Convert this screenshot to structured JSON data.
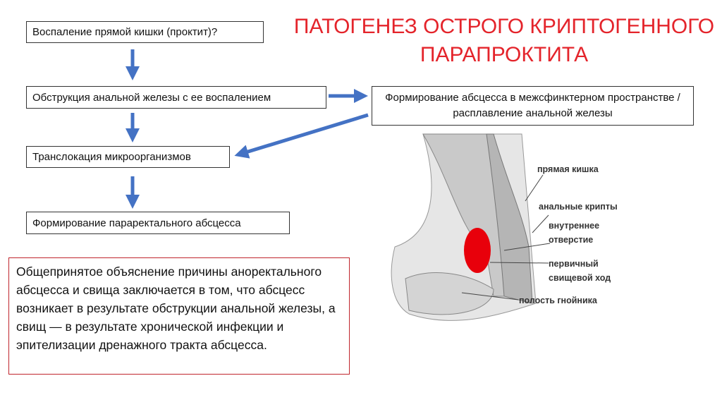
{
  "title": {
    "line1": "ПАТОГЕНЕЗ ОСТРОГО КРИПТОГЕННОГО",
    "line2": "ПАРАПРОКТИТА"
  },
  "flow": {
    "step1": "Воспаление прямой кишки (проктит)?",
    "step2": "Обструкция анальной железы с ее воспалением",
    "step3": "Формирование абсцесса в межсфинктерном пространстве / расплавление анальной железы",
    "step4": "Транслокация микроорганизмов",
    "step5": "Формирование параректального абсцесса"
  },
  "note": "Общепринятое объяснение причины аноректального абсцесса и свища заключается в том, что абсцесс возникает в результате обструкции анальной железы, а свищ — в результате хронической инфекции и эпителизации дренажного тракта абсцесса.",
  "figure_labels": {
    "rectum": "прямая кишка",
    "crypts": "анальные крипты",
    "internal1": "внутреннее",
    "internal2": "отверстие",
    "primary1": "первичный",
    "primary2": "свищевой ход",
    "cavity": "полость гнойника"
  },
  "colors": {
    "title": "#e4242b",
    "arrow": "#4472c4",
    "abscess": "#e8000b"
  }
}
